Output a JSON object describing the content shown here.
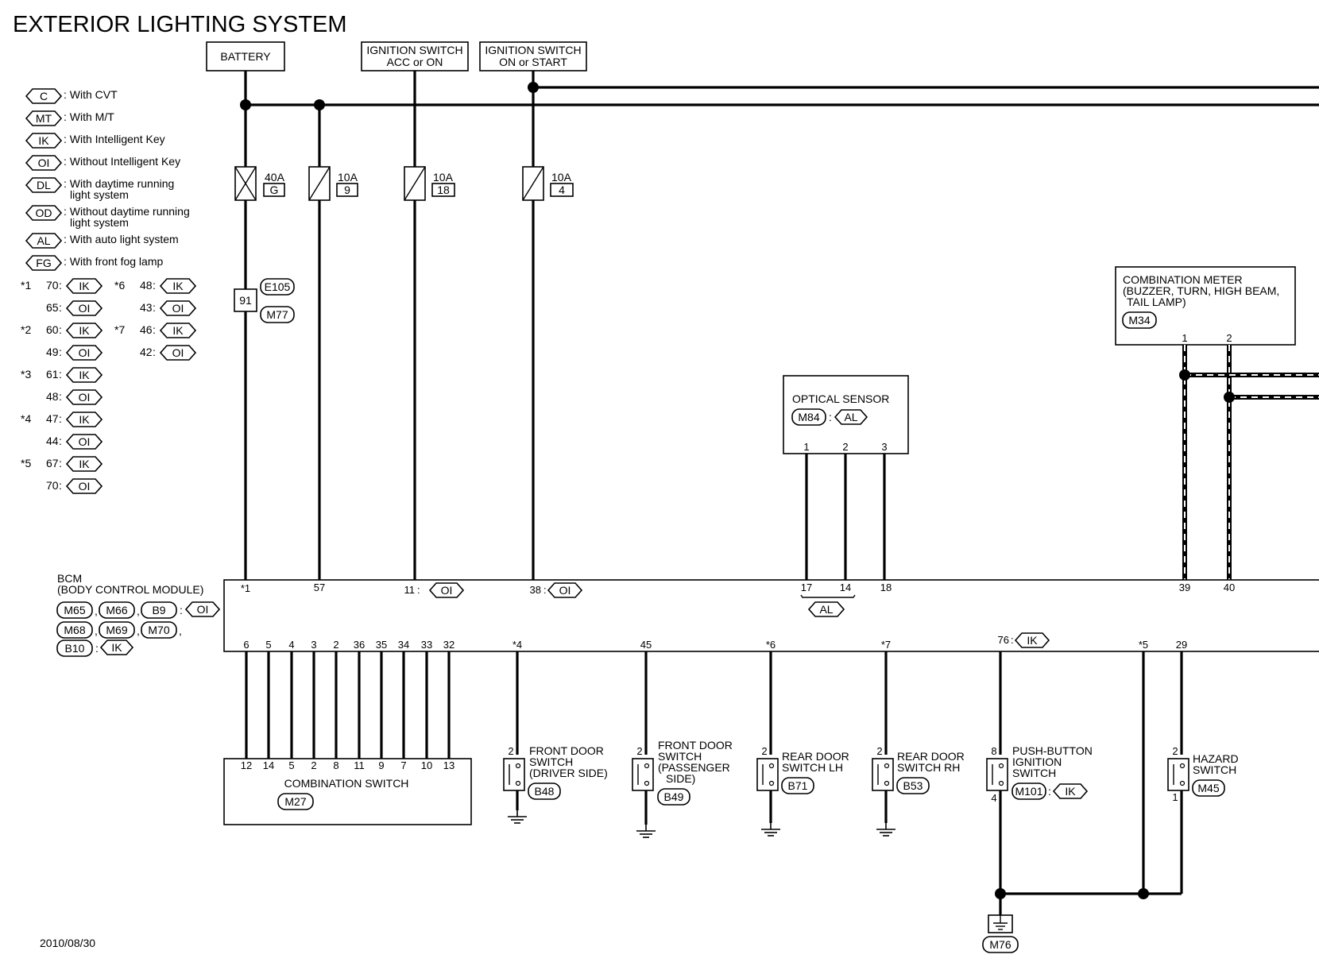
{
  "title": "EXTERIOR LIGHTING SYSTEM",
  "date": "2010/08/30",
  "power_sources": {
    "battery": "BATTERY",
    "acc_line1": "IGNITION SWITCH",
    "acc_line2": "ACC or ON",
    "on_line1": "IGNITION SWITCH",
    "on_line2": "ON or START"
  },
  "legend": [
    {
      "code": "C",
      "text": ": With CVT"
    },
    {
      "code": "MT",
      "text": ": With M/T"
    },
    {
      "code": "IK",
      "text": ": With Intelligent Key"
    },
    {
      "code": "OI",
      "text": ": Without Intelligent Key"
    },
    {
      "code": "DL",
      "text": ": With daytime running",
      "text2": "light system"
    },
    {
      "code": "OD",
      "text": ": Without daytime running",
      "text2": "light system"
    },
    {
      "code": "AL",
      "text": ": With auto light system"
    },
    {
      "code": "FG",
      "text": ": With front fog lamp"
    }
  ],
  "footnotes": [
    {
      "mark": "*1",
      "ik": "70",
      "oi": "65"
    },
    {
      "mark": "*2",
      "ik": "60",
      "oi": "49"
    },
    {
      "mark": "*3",
      "ik": "61",
      "oi": "48"
    },
    {
      "mark": "*4",
      "ik": "47",
      "oi": "44"
    },
    {
      "mark": "*5",
      "ik": "67",
      "oi": "70"
    },
    {
      "mark": "*6",
      "ik": "48",
      "oi": "43"
    },
    {
      "mark": "*7",
      "ik": "46",
      "oi": "42"
    }
  ],
  "codes": {
    "ik": "IK",
    "oi": "OI",
    "al": "AL"
  },
  "fuses": [
    {
      "amp": "40A",
      "id": "G"
    },
    {
      "amp": "10A",
      "id": "9"
    },
    {
      "amp": "10A",
      "id": "18"
    },
    {
      "amp": "10A",
      "id": "4"
    }
  ],
  "joint": {
    "pin": "91",
    "conn1": "E105",
    "conn2": "M77"
  },
  "bcm": {
    "line1": "BCM",
    "line2": "(BODY CONTROL MODULE)",
    "conns": [
      "M65",
      "M66",
      "B9",
      "M68",
      "M69",
      "M70",
      "B10"
    ],
    "top_pins": [
      "*1",
      "57",
      "11",
      "38",
      "17",
      "14",
      "18",
      "39",
      "40"
    ],
    "bottom_pins": [
      "6",
      "5",
      "4",
      "3",
      "2",
      "36",
      "35",
      "34",
      "33",
      "32",
      "*4",
      "45",
      "*6",
      "*7",
      "76",
      "*5",
      "29"
    ]
  },
  "optical_sensor": {
    "label": "OPTICAL SENSOR",
    "conn": "M84",
    "pins": [
      "1",
      "2",
      "3"
    ]
  },
  "combination_meter": {
    "line1": "COMBINATION METER",
    "line2": "(BUZZER, TURN, HIGH BEAM,",
    "line3": "TAIL LAMP)",
    "conn": "M34",
    "pins": [
      "1",
      "2"
    ]
  },
  "combination_switch": {
    "label": "COMBINATION SWITCH",
    "conn": "M27",
    "pins": [
      "12",
      "14",
      "5",
      "2",
      "8",
      "11",
      "9",
      "7",
      "10",
      "13"
    ]
  },
  "switches": [
    {
      "pin": "2",
      "l1": "FRONT DOOR",
      "l2": "SWITCH",
      "l3": "(DRIVER SIDE)",
      "conn": "B48"
    },
    {
      "pin": "2",
      "l1": "FRONT DOOR",
      "l2": "SWITCH",
      "l3": "(PASSENGER",
      "l4": "SIDE)",
      "conn": "B49"
    },
    {
      "pin": "2",
      "l1": "REAR DOOR",
      "l2": "SWITCH LH",
      "conn": "B71"
    },
    {
      "pin": "2",
      "l1": "REAR DOOR",
      "l2": "SWITCH RH",
      "conn": "B53"
    },
    {
      "pin": "8",
      "pin2": "4",
      "l1": "PUSH-BUTTON",
      "l2": "IGNITION",
      "l3": "SWITCH",
      "conn": "M101"
    },
    {
      "pin": "2",
      "pin2": "1",
      "l1": "HAZARD",
      "l2": "SWITCH",
      "conn": "M45"
    }
  ],
  "ground": {
    "conn": "M76"
  }
}
